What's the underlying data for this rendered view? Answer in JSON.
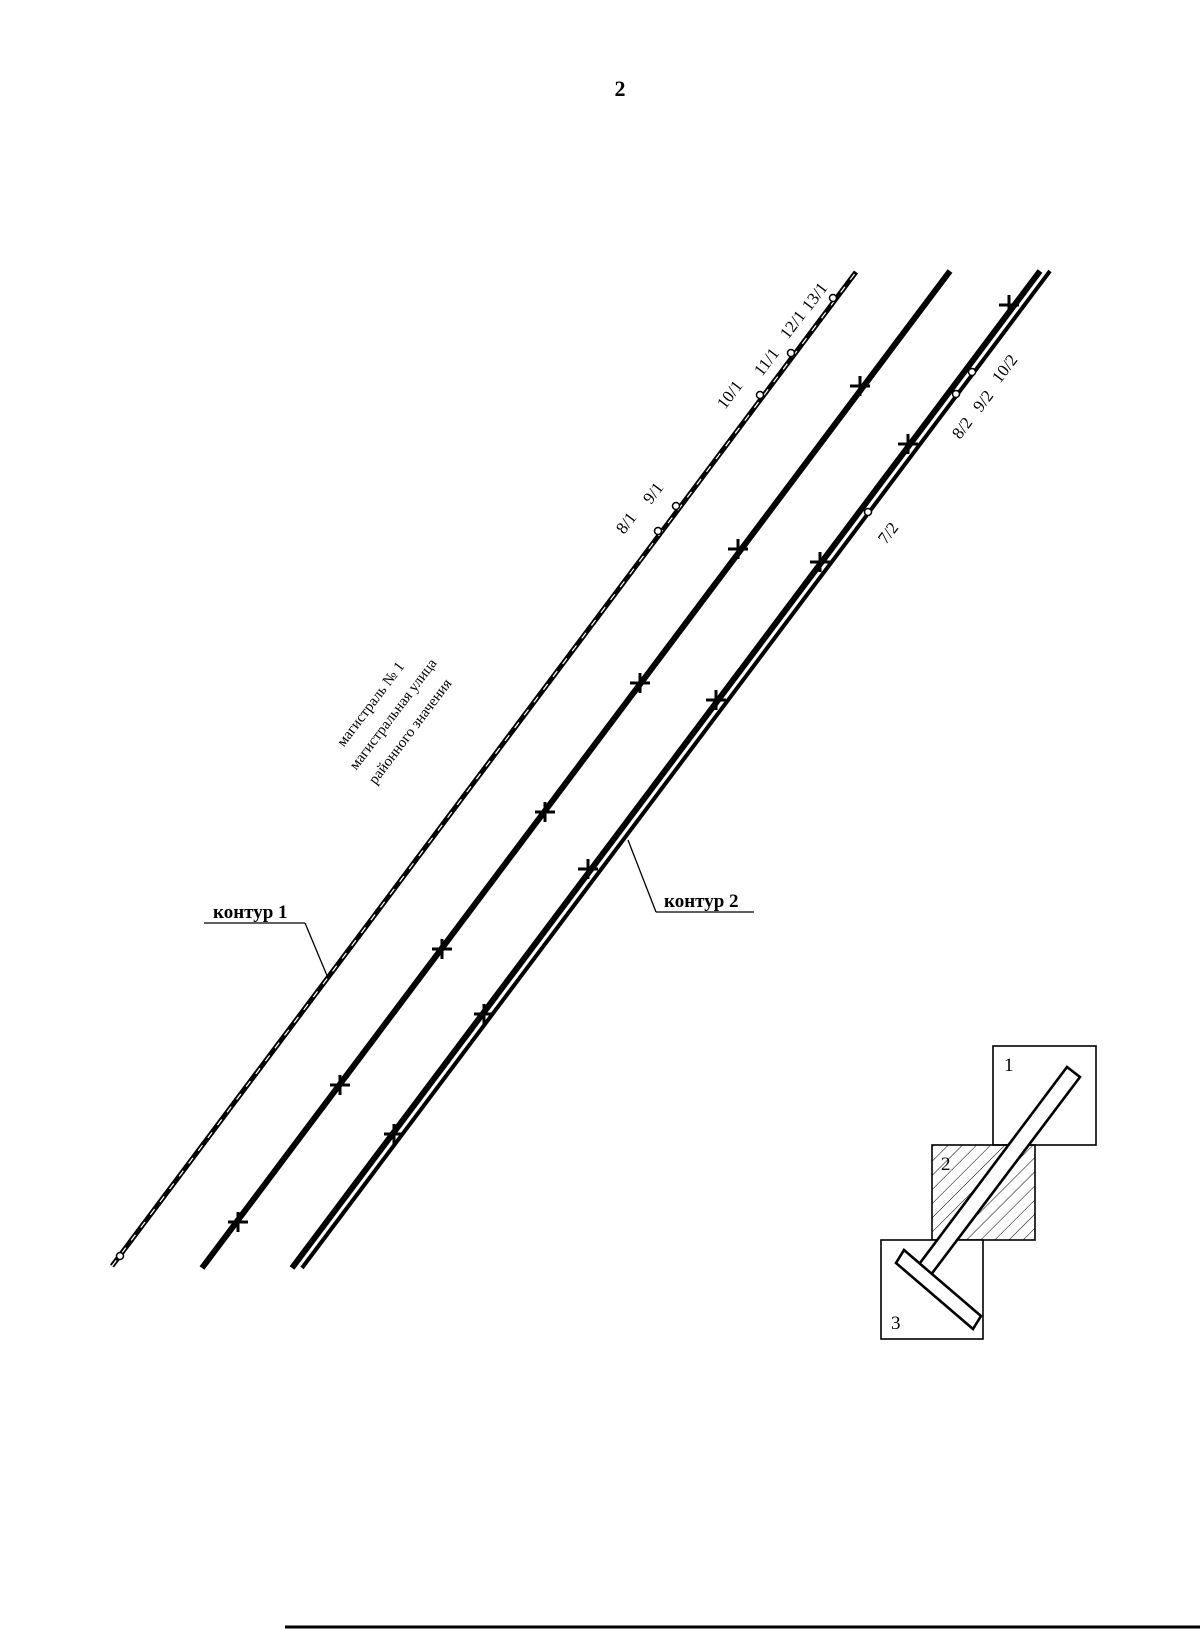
{
  "page_number": "2",
  "street": {
    "line1": "магистраль № 1",
    "line2": "магистральная улица",
    "line3": "районного значения"
  },
  "contours": {
    "contour1": "контур 1",
    "contour2": "контур 2"
  },
  "contour1_points": [
    "8/1",
    "9/1",
    "10/1",
    "11/1",
    "12/1",
    "13/1"
  ],
  "contour2_points": [
    "7/2",
    "8/2",
    "9/2",
    "10/2"
  ],
  "key_map": {
    "sheets": [
      "1",
      "2",
      "3"
    ],
    "current_sheet": "2"
  },
  "colors": {
    "ink": "#000000",
    "paper": "#ffffff"
  }
}
